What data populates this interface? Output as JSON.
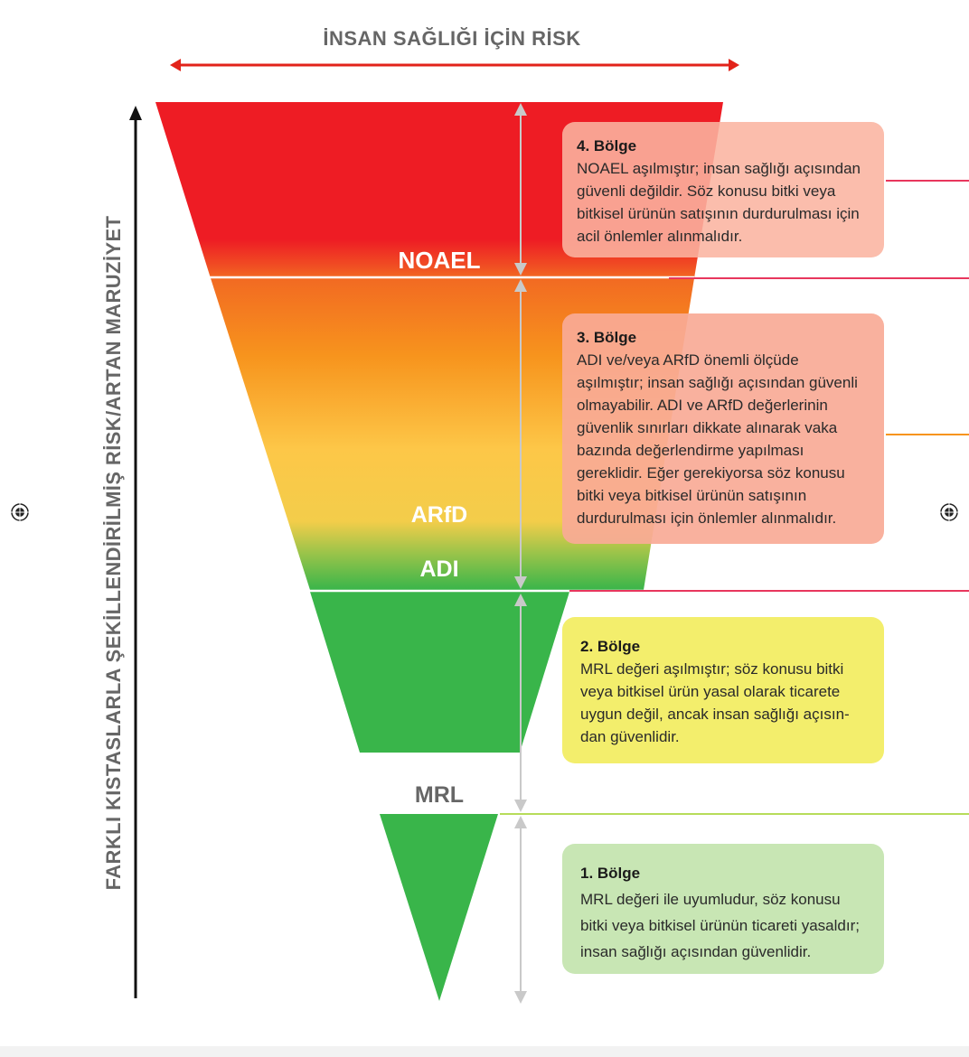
{
  "header": {
    "top_label": "İNSAN SAĞLIĞI İÇİN RİSK",
    "side_label": "FARKLI KISTASLARLA ŞEKİLLENDİRİLMİŞ RİSK/ARTAN MARUZİYET"
  },
  "thresholds": {
    "noael": "NOAEL",
    "arfd": "ARfD",
    "adi": "ADI",
    "mrl": "MRL"
  },
  "zones": [
    {
      "title": "4. Bölge",
      "text": "NOAEL aşılmıştır;  insan sağlığı açısından güvenli değildir. Söz konusu bitki veya bitkisel ürünün satışının durdurulması için acil önlemler alınmalıdır.",
      "color": "#f9b4a0"
    },
    {
      "title": "3. Bölge",
      "text": "ADI ve/veya ARfD önemli ölçüde aşılmıştır; insan sağlığı açısından güvenli olmayabilir. ADI ve ARfD değerlerinin güvenlik sınırları dikkate alınarak  vaka bazında değerlendirme yapılması gereklidir. Eğer gerekiyorsa söz konusu bitki veya bitkisel ürünün satışının durdurulması için önlemler alınmalıdır.",
      "color": "#f8aa96"
    },
    {
      "title": "2. Bölge",
      "text": "MRL değeri aşılmıştır; söz konusu bitki veya bitkisel ürün yasal olarak ticarete uygun değil, ancak insan sağlığı açısın-dan güvenlidir.",
      "color": "#f3ee6c"
    },
    {
      "title": "1. Bölge",
      "text": "MRL değeri ile uyumludur, söz konusu bitki veya bitkisel ürünün ticareti yasaldır; insan sağlığı açısından güvenlidir.",
      "color": "#c8e6b4"
    }
  ],
  "colors": {
    "red": "#ee1c24",
    "orange": "#f7931e",
    "yellow": "#fdc748",
    "green": "#39b54a",
    "arrow_red": "#e2231a",
    "line_pink": "#e8365d",
    "line_orange": "#f7941d",
    "line_lime": "#b7dc5a"
  }
}
